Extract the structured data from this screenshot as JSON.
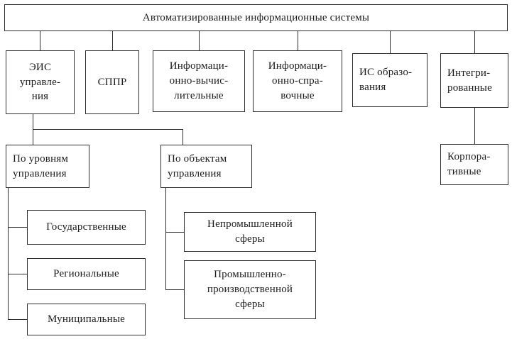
{
  "diagram": {
    "title": "Автоматизированные информационные системы",
    "root": {
      "label": "Автоматизированные информационные системы"
    },
    "level2": [
      {
        "label": "ЭИС\nуправле-\nния"
      },
      {
        "label": "СППР"
      },
      {
        "label": "Информаци-\nонно-вычис-\nлительные"
      },
      {
        "label": "Информаци-\nонно-спра-\nвочные"
      },
      {
        "label": "ИС образо-\nвания"
      },
      {
        "label": "Интегри-\nрованные"
      }
    ],
    "corporate": {
      "label": "Корпора-\nтивные"
    },
    "by_levels": {
      "label": "По уровням\nуправления"
    },
    "by_objects": {
      "label": "По объектам\nуправления"
    },
    "levels": [
      "Государственные",
      "Региональные",
      "Муниципальные"
    ],
    "objects": [
      "Непромышленной\nсферы",
      "Промышленно-\nпроизводственной\nсферы"
    ],
    "colors": {
      "border": "#2e2e2e",
      "background": "#ffffff",
      "text": "#1c1c1c"
    }
  }
}
